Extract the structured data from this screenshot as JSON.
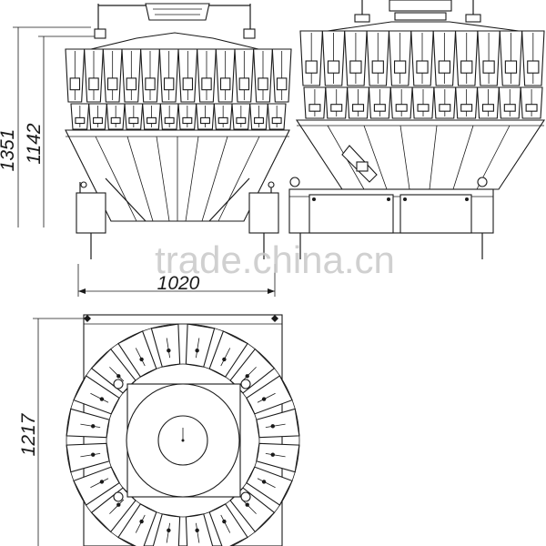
{
  "drawing": {
    "dimensions": {
      "overall_height": "1351",
      "body_height": "1142",
      "width": "1020",
      "top_view_diameter": "1217"
    },
    "watermark": "trade.china.cn"
  },
  "colors": {
    "line": "#1a1a1a",
    "background": "#ffffff",
    "watermark": "#c8c8c8"
  }
}
